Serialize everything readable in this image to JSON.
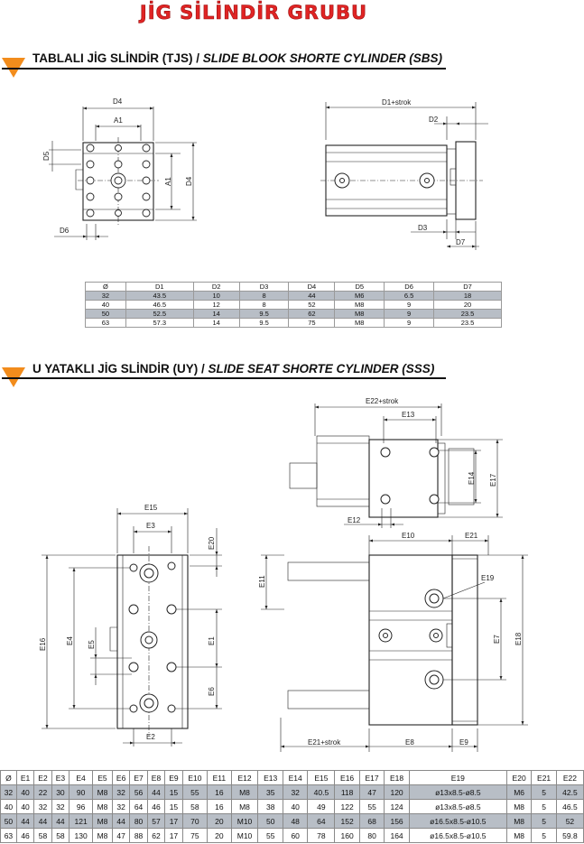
{
  "brand": "JİG SİLİNDİR GRUBU",
  "section1": {
    "title_tr": "TABLALI JİG SLİNDİR (TJS)",
    "separator": " / ",
    "title_en": "SLIDE BLOOK SHORTE CYLINDER (SBS)",
    "labels": {
      "d4": "D4",
      "a1_top": "A1",
      "d5": "D5",
      "a1_side": "A1",
      "d4_side": "D4",
      "d6": "D6",
      "d1_strok": "D1+strok",
      "d2": "D2",
      "d3": "D3",
      "d7": "D7"
    },
    "table": {
      "headers": [
        "Ø",
        "D1",
        "D2",
        "D3",
        "D4",
        "D5",
        "D6",
        "D7"
      ],
      "rows": [
        [
          "32",
          "43.5",
          "10",
          "8",
          "44",
          "M6",
          "6.5",
          "18"
        ],
        [
          "40",
          "46.5",
          "12",
          "8",
          "52",
          "M8",
          "9",
          "20"
        ],
        [
          "50",
          "52.5",
          "14",
          "9.5",
          "62",
          "M8",
          "9",
          "23.5"
        ],
        [
          "63",
          "57.3",
          "14",
          "9.5",
          "75",
          "M8",
          "9",
          "23.5"
        ]
      ]
    }
  },
  "section2": {
    "title_tr": "U YATAKLI JİG SLİNDİR (UY)",
    "separator": " / ",
    "title_en": "SLIDE SEAT SHORTE CYLINDER (SSS)",
    "labels": {
      "e15": "E15",
      "e3": "E3",
      "e20": "E20",
      "e16": "E16",
      "e4": "E4",
      "e5": "E5",
      "e1": "E1",
      "e6": "E6",
      "e2": "E2",
      "e22_strok": "E22+strok",
      "e13": "E13",
      "e14": "E14",
      "e17": "E17",
      "e12": "E12",
      "e10": "E10",
      "e21": "E21",
      "e11": "E11",
      "e19": "E19",
      "e7": "E7",
      "e18": "E18",
      "e21_strok": "E21+strok",
      "e8": "E8",
      "e9": "E9"
    },
    "table": {
      "headers": [
        "Ø",
        "E1",
        "E2",
        "E3",
        "E4",
        "E5",
        "E6",
        "E7",
        "E8",
        "E9",
        "E10",
        "E11",
        "E12",
        "E13",
        "E14",
        "E15",
        "E16",
        "E17",
        "E18",
        "E19",
        "E20",
        "E21",
        "E22"
      ],
      "rows": [
        [
          "32",
          "40",
          "22",
          "30",
          "90",
          "M8",
          "32",
          "56",
          "44",
          "15",
          "55",
          "16",
          "M8",
          "35",
          "32",
          "40.5",
          "118",
          "47",
          "120",
          "ø13x8.5-ø8.5",
          "M6",
          "5",
          "42.5"
        ],
        [
          "40",
          "40",
          "32",
          "32",
          "96",
          "M8",
          "32",
          "64",
          "46",
          "15",
          "58",
          "16",
          "M8",
          "38",
          "40",
          "49",
          "122",
          "55",
          "124",
          "ø13x8.5-ø8.5",
          "M8",
          "5",
          "46.5"
        ],
        [
          "50",
          "44",
          "44",
          "44",
          "121",
          "M8",
          "44",
          "80",
          "57",
          "17",
          "70",
          "20",
          "M10",
          "50",
          "48",
          "64",
          "152",
          "68",
          "156",
          "ø16.5x8.5-ø10.5",
          "M8",
          "5",
          "52"
        ],
        [
          "63",
          "46",
          "58",
          "58",
          "130",
          "M8",
          "47",
          "88",
          "62",
          "17",
          "75",
          "20",
          "M10",
          "55",
          "60",
          "78",
          "160",
          "80",
          "164",
          "ø16.5x8.5-ø10.5",
          "M8",
          "5",
          "59.8"
        ]
      ]
    }
  }
}
